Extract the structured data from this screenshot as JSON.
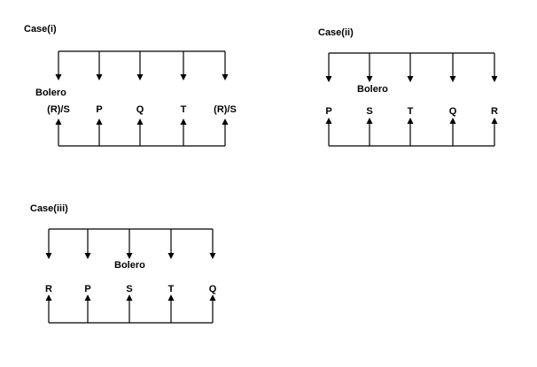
{
  "cases": [
    {
      "title": "Case(i)",
      "marker": "Bolero",
      "positions": [
        "(R)/S",
        "P",
        "Q",
        "T",
        "(R)/S"
      ]
    },
    {
      "title": "Case(ii)",
      "marker": "Bolero",
      "positions": [
        "P",
        "S",
        "T",
        "Q",
        "R"
      ]
    },
    {
      "title": "Case(iii)",
      "marker": "Bolero",
      "positions": [
        "R",
        "P",
        "S",
        "T",
        "Q"
      ]
    }
  ]
}
